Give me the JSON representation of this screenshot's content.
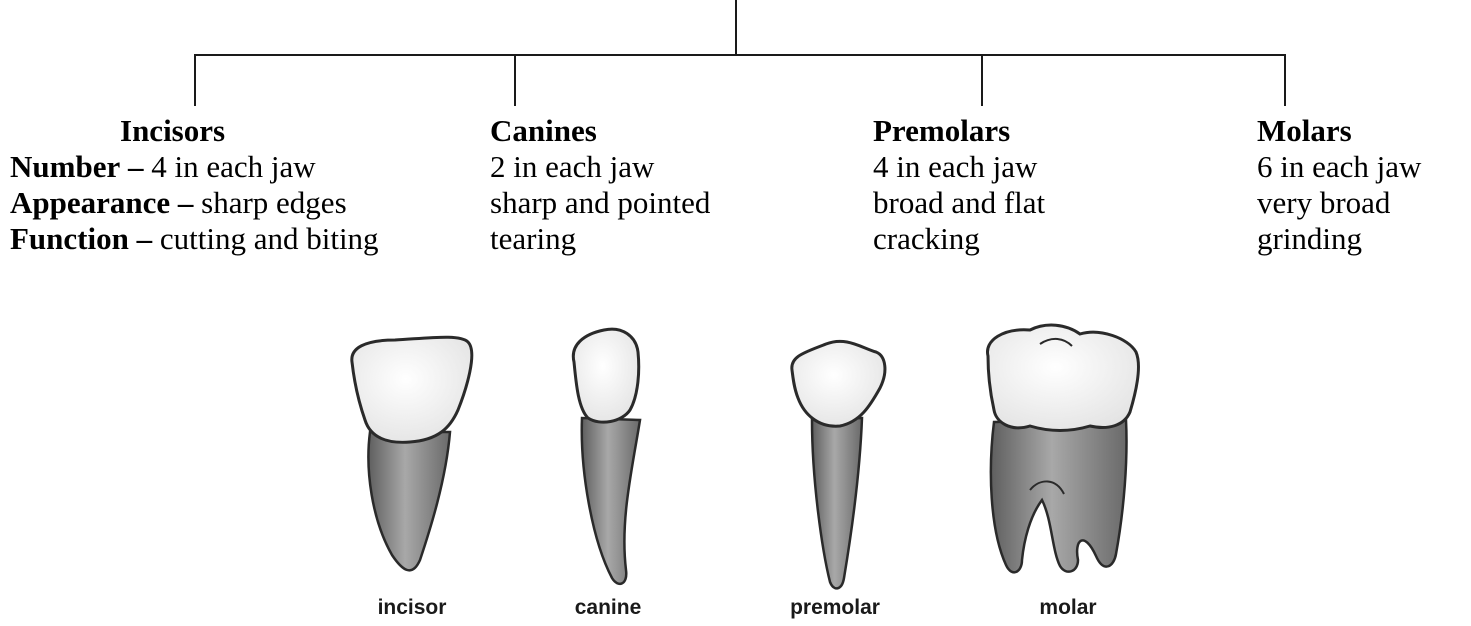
{
  "categories": [
    {
      "id": "incisors",
      "title": "Incisors",
      "number_label": "Number",
      "number": "4 in each jaw",
      "appearance_label": "Appearance",
      "appearance": "sharp edges",
      "function_label": "Function",
      "function": "cutting and biting"
    },
    {
      "id": "canines",
      "title": "Canines",
      "number": "2 in each jaw",
      "appearance": "sharp and pointed",
      "function": "tearing"
    },
    {
      "id": "premolars",
      "title": "Premolars",
      "number": "4 in each jaw",
      "appearance": "broad and flat",
      "function": "cracking"
    },
    {
      "id": "molars",
      "title": "Molars",
      "number": "6 in each jaw",
      "appearance": "very broad",
      "function": "grinding"
    }
  ],
  "separator": "–",
  "tooth_labels": {
    "incisor": "incisor",
    "canine": "canine",
    "premolar": "premolar",
    "molar": "molar"
  },
  "colors": {
    "line": "#1a1a1a",
    "crown": "#f4f4f4",
    "root": "#8a8a8a",
    "outline": "#2a2a2a"
  }
}
